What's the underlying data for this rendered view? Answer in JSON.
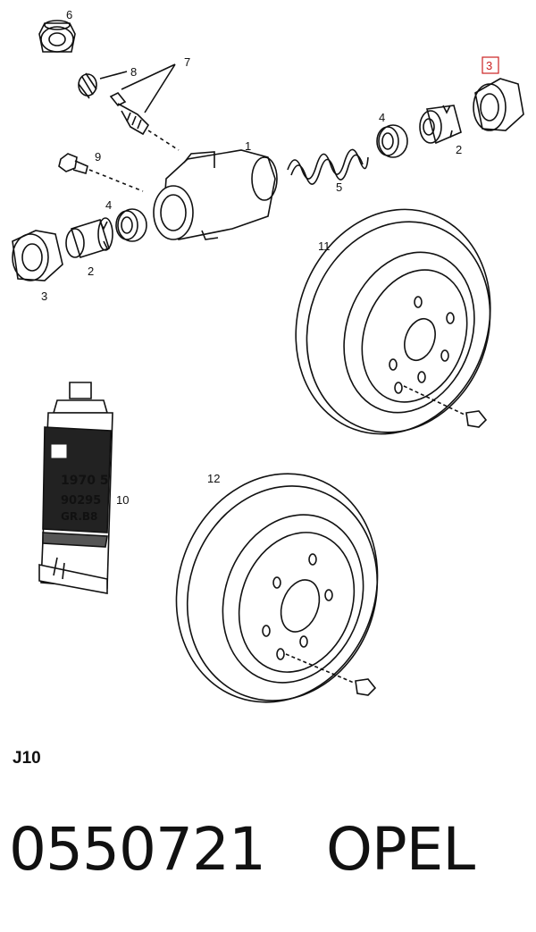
{
  "callouts": {
    "c1": "1",
    "c2a": "2",
    "c2b": "2",
    "c3a": "3",
    "c3b": "3",
    "c4a": "4",
    "c4b": "4",
    "c5": "5",
    "c6": "6",
    "c7": "7",
    "c8": "8",
    "c9": "9",
    "c10": "10",
    "c11": "11",
    "c12": "12"
  },
  "tube": {
    "line1": "1970 5",
    "line2": "90295",
    "line3": "GR.B8"
  },
  "section_code": "J10",
  "footer": {
    "part_number": "0550721",
    "brand": "OPEL"
  },
  "highlight_color": "#cc2222"
}
